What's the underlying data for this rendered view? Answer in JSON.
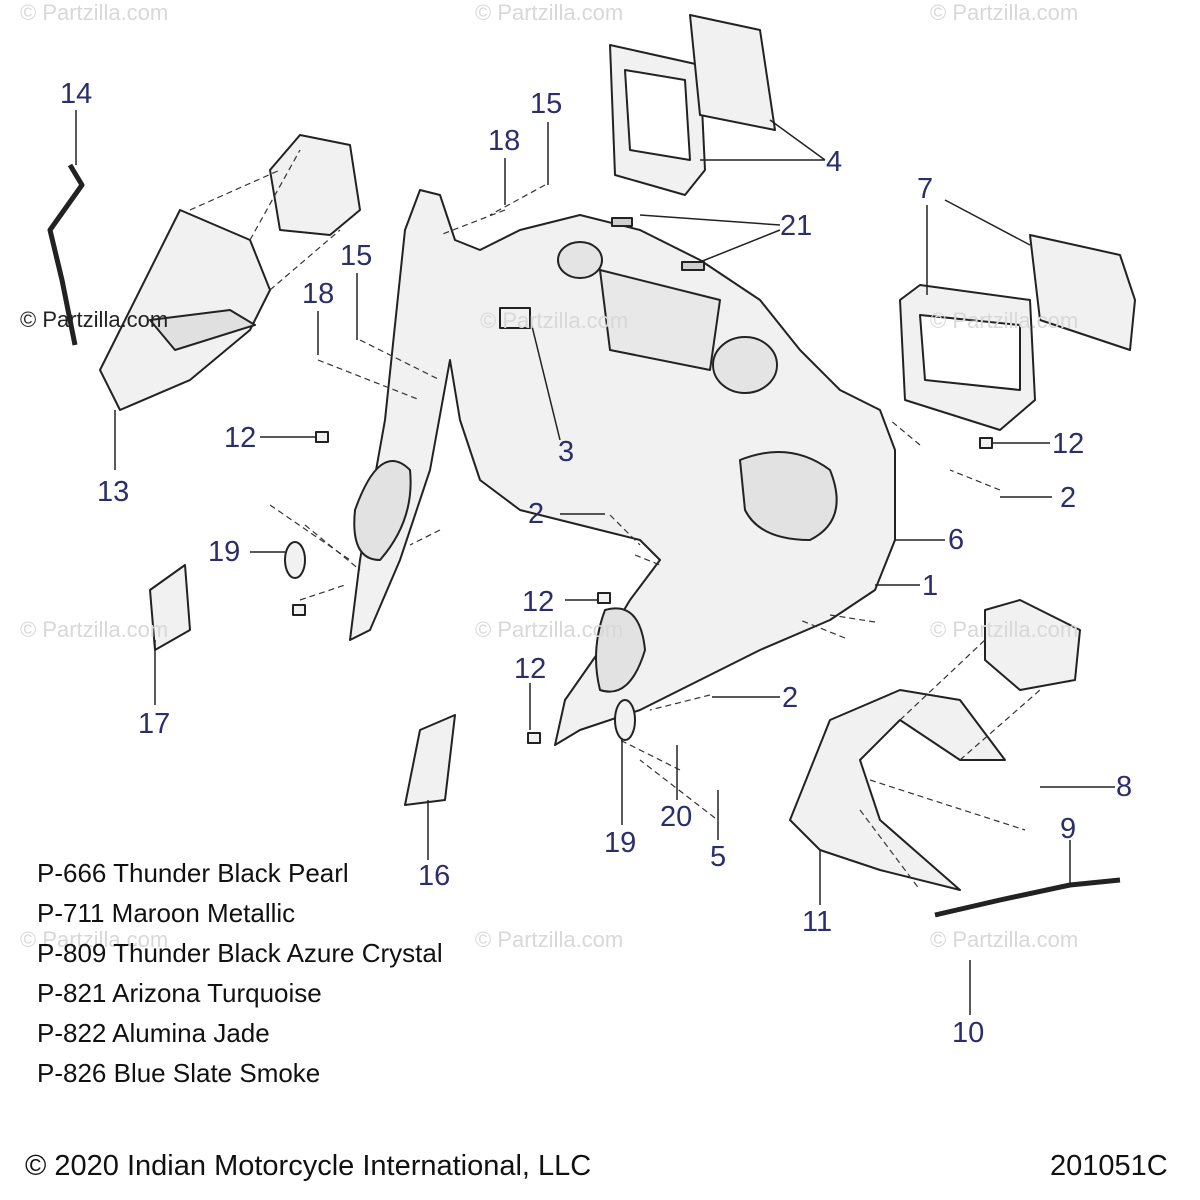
{
  "watermark": {
    "text": "© Partzilla.com",
    "strong_text": "© Partzilla.com"
  },
  "callouts": [
    "14",
    "15",
    "18",
    "4",
    "21",
    "7",
    "15",
    "18",
    "13",
    "12",
    "3",
    "12",
    "2",
    "6",
    "1",
    "2",
    "19",
    "12",
    "17",
    "12",
    "2",
    "8",
    "9",
    "16",
    "19",
    "20",
    "5",
    "11",
    "10"
  ],
  "legend": [
    "P-666 Thunder Black Pearl",
    "P-711 Maroon Metallic",
    "P-809 Thunder Black Azure Crystal",
    "P-821 Arizona Turquoise",
    "P-822 Alumina Jade",
    "P-826 Blue Slate Smoke"
  ],
  "footer": {
    "copyright": "© 2020 Indian Motorcycle International, LLC",
    "diagram_id": "201051C"
  },
  "colors": {
    "callout": "#2b2e6b",
    "line": "#222222",
    "watermark": "#d8d8d8",
    "part_fill": "#f1f1f1"
  }
}
